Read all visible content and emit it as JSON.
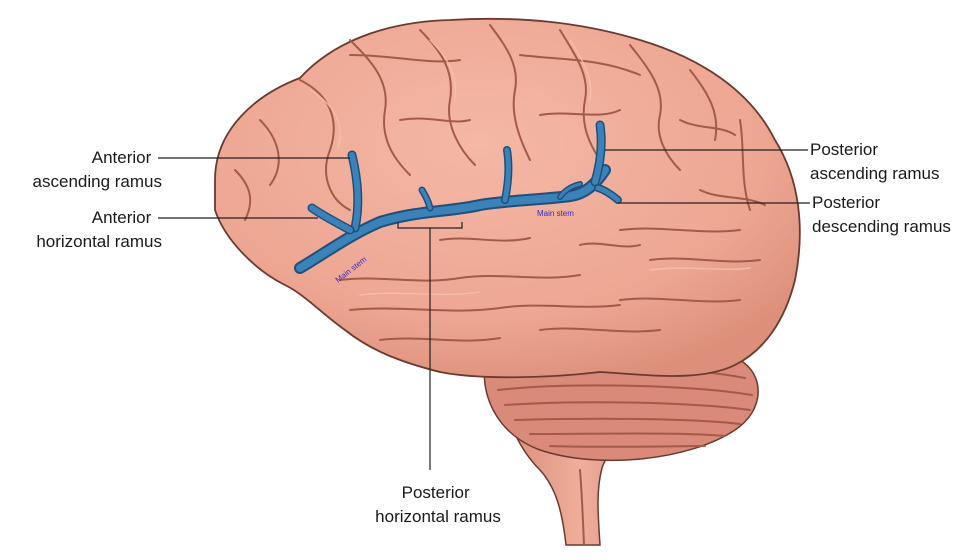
{
  "colors": {
    "brain_fill": "#eda692",
    "brain_outline": "#6a3a30",
    "sulcus_stroke": "#a45a48",
    "fissure": "#3b82b8",
    "fissure_outline": "#1f4f7a",
    "cerebellum": "#d98a78",
    "stem_label": "#3a2bbf",
    "label_text": "#1a1a1a"
  },
  "labels": {
    "anterior_ascending": [
      "Anterior",
      "ascending ramus"
    ],
    "anterior_horizontal": [
      "Anterior",
      "horizontal ramus"
    ],
    "posterior_ascending": [
      "Posterior",
      "ascending ramus"
    ],
    "posterior_descending": [
      "Posterior",
      "descending ramus"
    ],
    "posterior_horizontal": [
      "Posterior",
      "horizontal ramus"
    ],
    "main_stem_left": "Main stem",
    "main_stem_right": "Main stem"
  }
}
